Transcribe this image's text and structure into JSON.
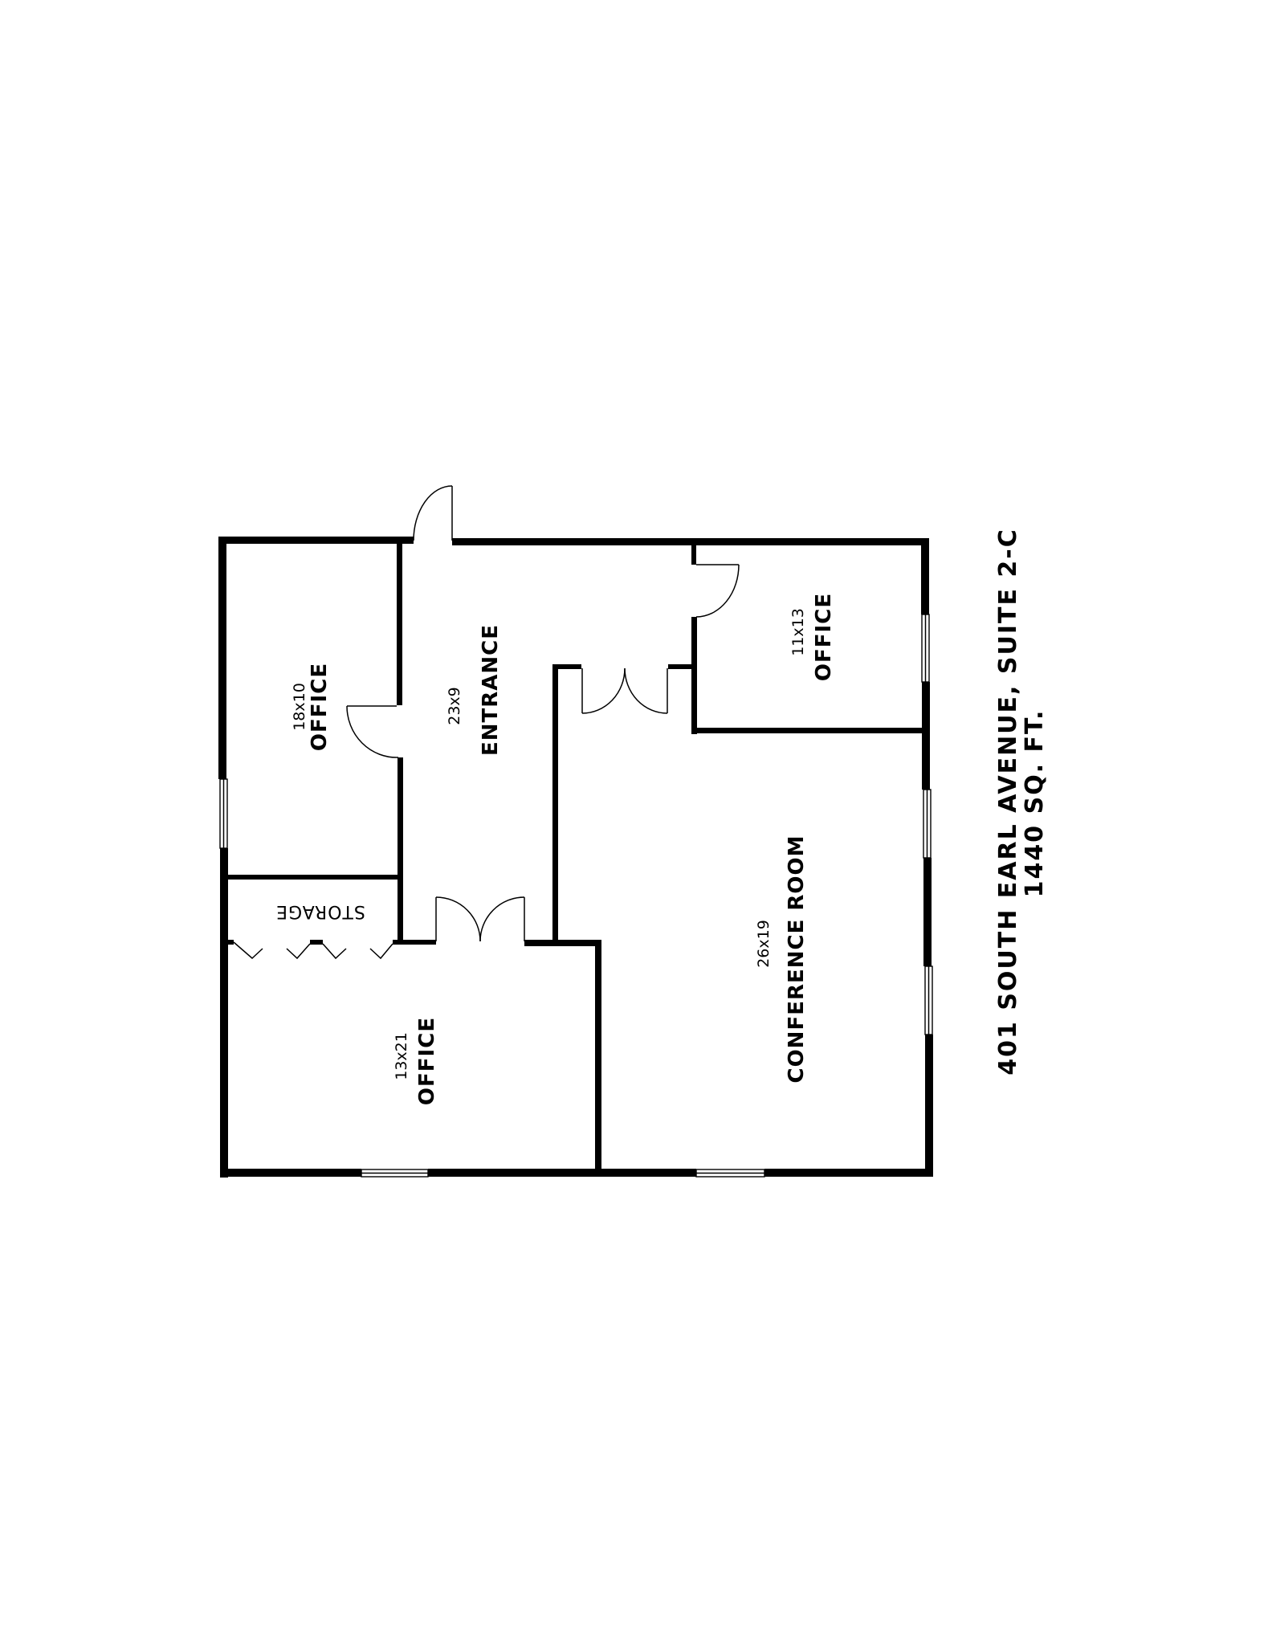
{
  "document": {
    "type": "floor-plan",
    "address_line": "401 SOUTH EARL AVENUE, SUITE 2-C",
    "area_line": "1440 SQ. FT."
  },
  "rooms": [
    {
      "id": "office-1",
      "name": "OFFICE",
      "dimensions": "18x10"
    },
    {
      "id": "entrance",
      "name": "ENTRANCE",
      "dimensions": "23x9"
    },
    {
      "id": "office-2",
      "name": "OFFICE",
      "dimensions": "11x13"
    },
    {
      "id": "storage",
      "name": "STORAGE",
      "dimensions": ""
    },
    {
      "id": "office-3",
      "name": "OFFICE",
      "dimensions": "13x21"
    },
    {
      "id": "conference",
      "name": "CONFERENCE ROOM",
      "dimensions": "26x19"
    }
  ],
  "colors": {
    "wall": "#000000",
    "background": "#ffffff"
  }
}
